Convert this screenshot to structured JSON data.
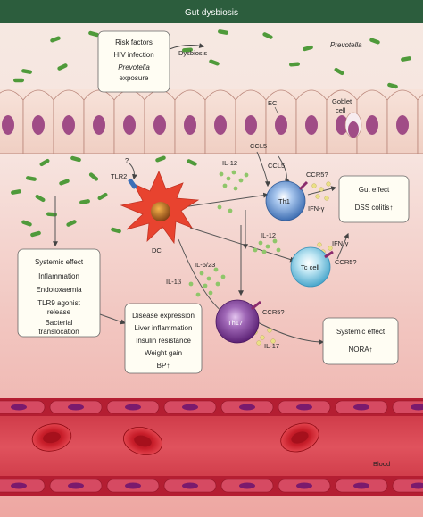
{
  "header": {
    "title": "Gut dysbiosis",
    "color": "#2c5d3d"
  },
  "boxes": {
    "risk_factors": {
      "lines": [
        "Risk factors",
        "HIV infection",
        "Prevotella",
        "exposure"
      ]
    },
    "systemic_left": {
      "lines": [
        "Systemic effect",
        "Inflammation",
        "Endotoxaemia",
        "TLR9 agonist",
        "release",
        "Bacterial",
        "translocation"
      ]
    },
    "disease_expression": {
      "lines": [
        "Disease expression",
        "Liver inflammation",
        "Insulin resistance",
        "Weight gain",
        "BP↑"
      ]
    },
    "gut_effect": {
      "lines": [
        "Gut effect",
        "DSS colitis↑"
      ]
    },
    "systemic_right": {
      "lines": [
        "Systemic effect",
        "NORA↑"
      ]
    }
  },
  "labels": {
    "dysbiosis": "Dysbiosis",
    "prevotella": "Prevotella",
    "ec": "EC",
    "goblet_1": "Goblet",
    "goblet_2": "cell",
    "tlr2_q": "?",
    "tlr2": "TLR2",
    "il12_a": "IL-12",
    "ccl5_a": "CCL5",
    "ccl5_b": "CCL5",
    "ccr5_th1": "CCR5?",
    "th1": "Th1",
    "ifn_th1": "IFN-γ",
    "dc": "DC",
    "il12_b": "IL-12",
    "ifn_tc": "IFN-γ",
    "tc": "Tc cell",
    "ccr5_tc": "CCR5?",
    "il623": "IL-6/23",
    "il1b": "IL-1β",
    "ccr5_th17": "CCR5?",
    "th17": "Th17",
    "il17": "IL-17",
    "blood": "Blood"
  },
  "colors": {
    "lumen": "#f5e7de",
    "epithelium": "#f4d9cf",
    "nucleus": "#a04c86",
    "bacteria": "#4f9a3a",
    "lamina": "#f3bfb8",
    "vessel_wall": "#c12a44",
    "blood": "#d43a4b",
    "rbc": "#cf1f2b",
    "dc": "#e8432f",
    "th1": "#8fb4e0",
    "tc": "#a6d8ea",
    "th17": "#8e4aa3",
    "cytokine": "#8fc66a",
    "cytokine_yellow": "#f1e58a"
  }
}
